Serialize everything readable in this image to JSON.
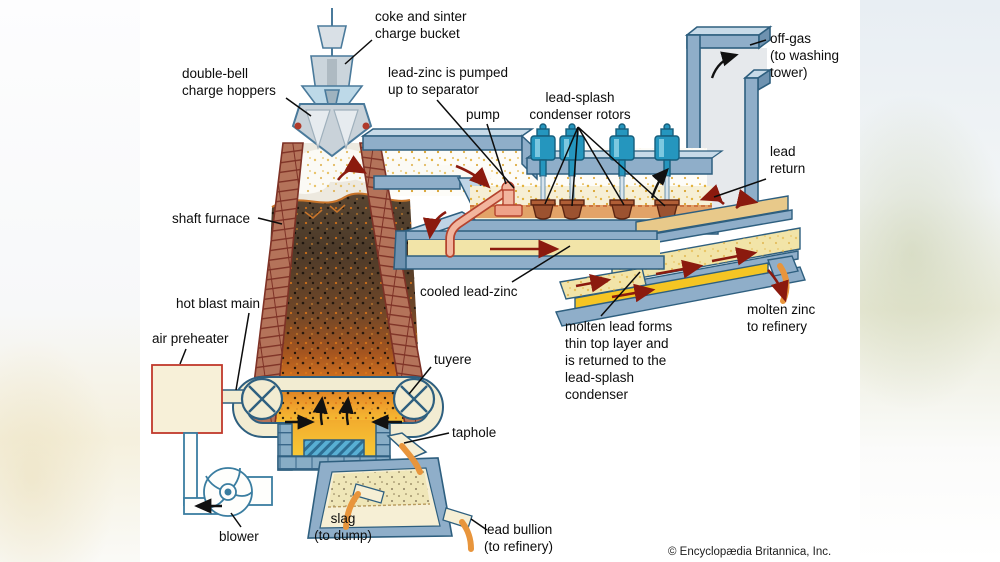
{
  "figure": {
    "type": "process-diagram",
    "subject": "zinc-lead blast-furnace smelting with lead-splash condenser",
    "labels": {
      "charge_bucket": "coke and sinter\ncharge bucket",
      "charge_hoppers": "double-bell\ncharge hoppers",
      "pumped_to_separator": "lead-zinc is pumped\nup to separator",
      "pump": "pump",
      "condenser_rotors": "lead-splash\ncondenser rotors",
      "off_gas": "off-gas\n(to washing\ntower)",
      "lead_return": "lead\nreturn",
      "shaft_furnace": "shaft furnace",
      "hot_blast_main": "hot blast main",
      "air_preheater": "air preheater",
      "tuyere": "tuyere",
      "cooled_lead_zinc": "cooled lead-zinc",
      "molten_lead_note": "molten lead forms\nthin top layer and\nis returned to the\nlead-splash\ncondenser",
      "molten_zinc": "molten zinc\nto refinery",
      "taphole": "taphole",
      "slag": "slag\n(to dump)",
      "lead_bullion": "lead bullion\n(to refinery)",
      "blower": "blower",
      "copyright": "© Encyclopædia Britannica, Inc."
    },
    "colors": {
      "steel_blue": "#8FAEC9",
      "steel_outline": "#2E5F7F",
      "light_blue_face": "#C7DAE8",
      "brick": "#B4735A",
      "brick_outline": "#7E3226",
      "cream": "#F6EFD5",
      "pale_yellow": "#F2E4A8",
      "gold": "#F5C523",
      "molten_yellow": "#F8CB36",
      "lead_tan": "#E2A368",
      "rotor_teal": "#2596BE",
      "pump_salmon": "#F2B59E",
      "flow_arrow_red": "#8B1A0E",
      "stream_orange": "#E8953C",
      "preheater_border": "#C0392B"
    }
  }
}
